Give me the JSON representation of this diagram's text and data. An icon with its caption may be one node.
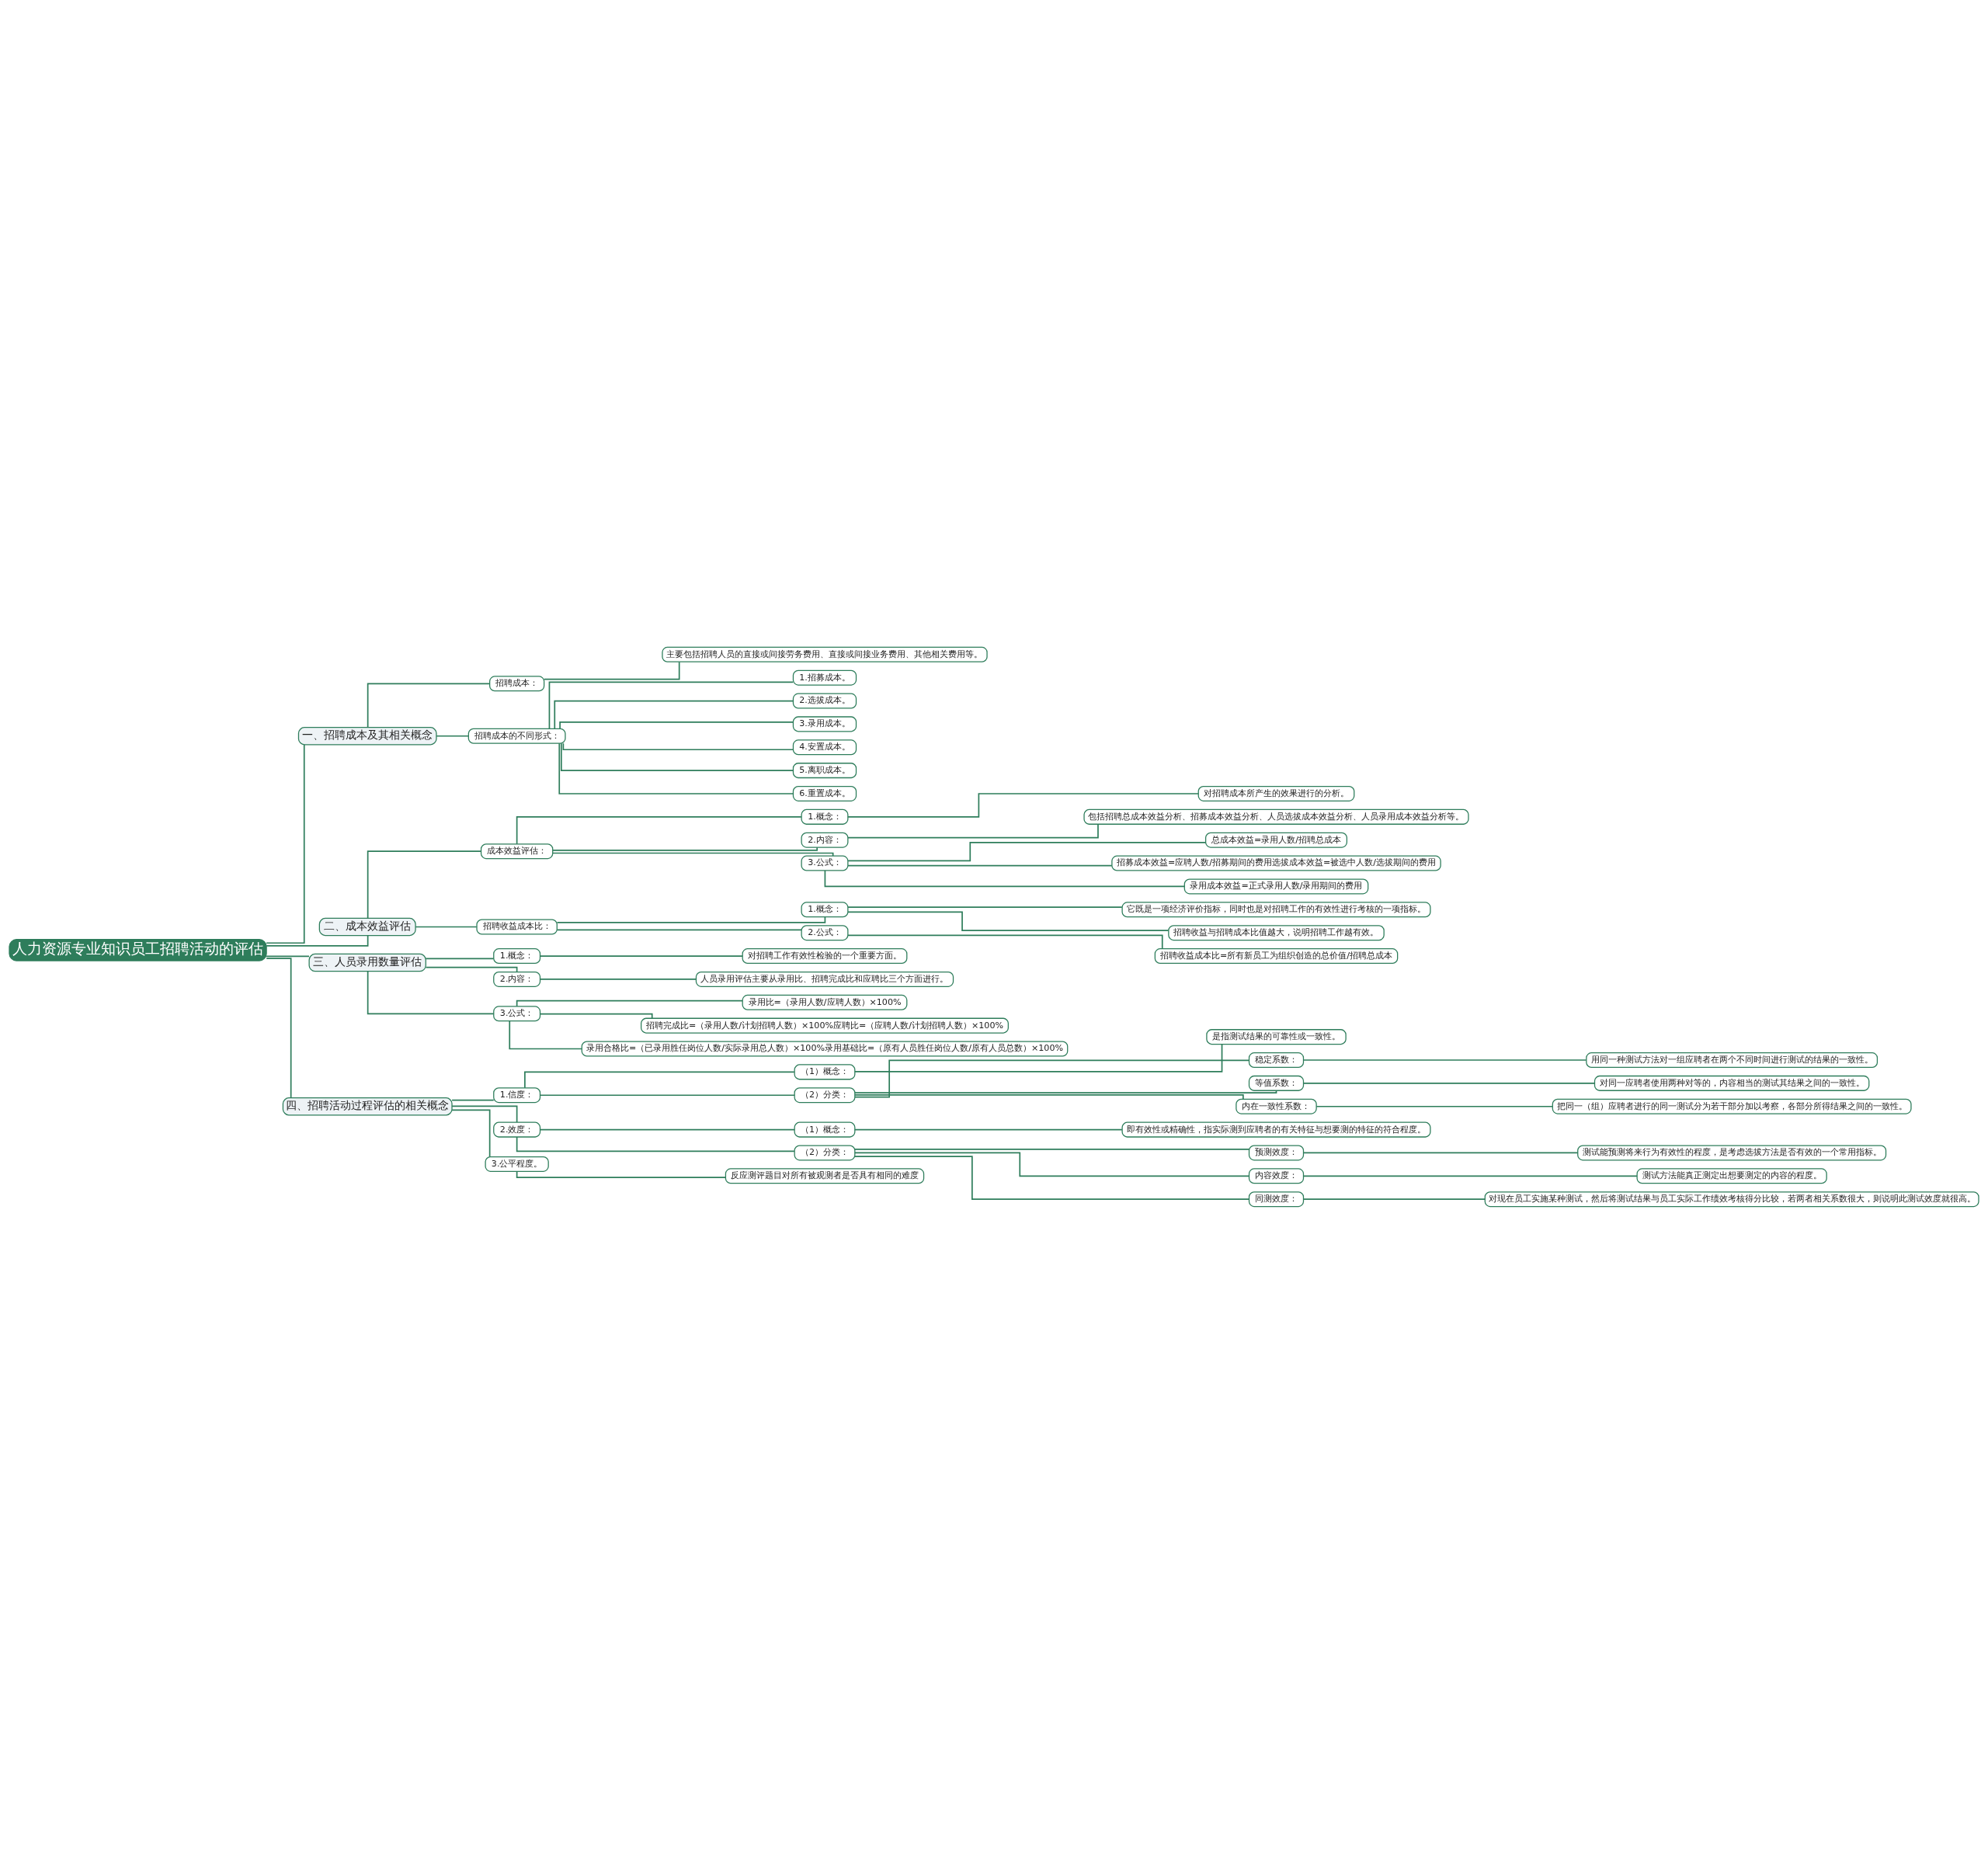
{
  "diagram": {
    "nodes": [
      {
        "text": [
          "人力资源专业知识员工招聘活动的评估"
        ]
      },
      {
        "text": [
          "一、招聘成本及其相关概念"
        ]
      },
      {
        "text": [
          "招聘成本："
        ]
      },
      {
        "text": [
          "主要包括招聘人员的直接或间接劳务费用、直接或间接业务费用、其他相关费用等。"
        ]
      },
      {
        "text": [
          "招聘成本的不同形式："
        ]
      },
      {
        "text": [
          "1.招募成本。"
        ]
      },
      {
        "text": [
          "2.选拔成本。"
        ]
      },
      {
        "text": [
          "3.录用成本。"
        ]
      },
      {
        "text": [
          "4.安置成本。"
        ]
      },
      {
        "text": [
          "5.离职成本。"
        ]
      },
      {
        "text": [
          "6.重置成本。"
        ]
      },
      {
        "text": [
          "二、成本效益评估"
        ]
      },
      {
        "text": [
          "成本效益评估："
        ]
      },
      {
        "text": [
          "1.概念："
        ]
      },
      {
        "text": [
          "对招聘成本所产生的效果进行的分析。"
        ]
      },
      {
        "text": [
          "2.内容："
        ]
      },
      {
        "text": [
          "包括招聘总成本效益分析、招募成本效益分析、人员选拔成本效益分析、人员录用成本效益分析等。"
        ]
      },
      {
        "text": [
          "3.公式："
        ]
      },
      {
        "text": [
          "总成本效益=录用人数/招聘总成本"
        ]
      },
      {
        "text": [
          "招募成本效益=应聘人数/招募期间的费用选拔成本效益=被选中人数/选拔期间的费用"
        ]
      },
      {
        "text": [
          "录用成本效益=正式录用人数/录用期间的费用"
        ]
      },
      {
        "text": [
          "招聘收益成本比："
        ]
      },
      {
        "text": [
          "1.概念："
        ]
      },
      {
        "text": [
          "它既是一项经济评价指标，同时也是对招聘工作的有效性进行考核的一项指标。"
        ]
      },
      {
        "text": [
          "招聘收益与招聘成本比值越大，说明招聘工作越有效。"
        ]
      },
      {
        "text": [
          "2.公式："
        ]
      },
      {
        "text": [
          "招聘收益成本比=所有新员工为组织创造的总价值/招聘总成本"
        ]
      },
      {
        "text": [
          "三、人员录用数量评估"
        ]
      },
      {
        "text": [
          "1.概念："
        ]
      },
      {
        "text": [
          "对招聘工作有效性检验的一个重要方面。"
        ]
      },
      {
        "text": [
          "2.内容："
        ]
      },
      {
        "text": [
          "人员录用评估主要从录用比、招聘完成比和应聘比三个方面进行。"
        ]
      },
      {
        "text": [
          "3.公式："
        ]
      },
      {
        "text": [
          "录用比=（录用人数/应聘人数）×100%"
        ]
      },
      {
        "text": [
          "招聘完成比=（录用人数/计划招聘人数）×100%应聘比=（应聘人数/计划招聘人数）×100%"
        ]
      },
      {
        "text": [
          "录用合格比=（已录用胜任岗位人数/实际录用总人数）×100%录用基础比=（原有人员胜任岗位人数/原有人员总数）×100%"
        ]
      },
      {
        "text": [
          "四、招聘活动过程评估的相关概念"
        ]
      },
      {
        "text": [
          "1.信度："
        ]
      },
      {
        "text": [
          "（1）概念："
        ]
      },
      {
        "text": [
          "是指测试结果的可靠性或一致性。"
        ]
      },
      {
        "text": [
          "（2）分类："
        ]
      },
      {
        "text": [
          "稳定系数："
        ]
      },
      {
        "text": [
          "用同一种测试方法对一组应聘者在两个不同时间进行测试的结果的一致性。"
        ]
      },
      {
        "text": [
          "等值系数："
        ]
      },
      {
        "text": [
          "对同一应聘者使用两种对等的，内容相当的测试其结果之间的一致性。"
        ]
      },
      {
        "text": [
          "内在一致性系数："
        ]
      },
      {
        "text": [
          "把同一（组）应聘者进行的同一测试分为若干部分加以考察，各部分所得结果之间的一致性。"
        ]
      },
      {
        "text": [
          "2.效度："
        ]
      },
      {
        "text": [
          "（1）概念："
        ]
      },
      {
        "text": [
          "即有效性或精确性，指实际测到应聘者的有关特征与想要测的特征的符合程度。"
        ]
      },
      {
        "text": [
          "（2）分类："
        ]
      },
      {
        "text": [
          "预测效度："
        ]
      },
      {
        "text": [
          "测试能预测将来行为有效性的程度，是考虑选拔方法是否有效的一个常用指标。"
        ]
      },
      {
        "text": [
          "内容效度："
        ]
      },
      {
        "text": [
          "测试方法能真正测定出想要测定的内容的程度。"
        ]
      },
      {
        "text": [
          "同测效度："
        ]
      },
      {
        "text": [
          "对现在员工实施某种测试，然后将测试结果与员工实际工作绩效考核得分比较，若两者相关系数很大，则说明此测试效度就很高。"
        ]
      },
      {
        "text": [
          "3.公平程度。"
        ]
      },
      {
        "text": [
          "反应测评题目对所有被观测者是否具有相同的难度"
        ]
      }
    ],
    "edges": [
      {
        "from": 0,
        "to": 1,
        "arrow": "none"
      },
      {
        "from": 1,
        "to": 2,
        "arrow": "none"
      },
      {
        "from": 2,
        "to": 3,
        "arrow": "none"
      },
      {
        "from": 1,
        "to": 4,
        "arrow": "none"
      },
      {
        "from": 4,
        "to": 5,
        "arrow": "none"
      },
      {
        "from": 4,
        "to": 6,
        "arrow": "none"
      },
      {
        "from": 4,
        "to": 7,
        "arrow": "none"
      },
      {
        "from": 4,
        "to": 8,
        "arrow": "none"
      },
      {
        "from": 4,
        "to": 9,
        "arrow": "none"
      },
      {
        "from": 4,
        "to": 10,
        "arrow": "none"
      },
      {
        "from": 0,
        "to": 11,
        "arrow": "none"
      },
      {
        "from": 11,
        "to": 12,
        "arrow": "none"
      },
      {
        "from": 12,
        "to": 13,
        "arrow": "none"
      },
      {
        "from": 13,
        "to": 14,
        "arrow": "none"
      },
      {
        "from": 12,
        "to": 15,
        "arrow": "none"
      },
      {
        "from": 15,
        "to": 16,
        "arrow": "none"
      },
      {
        "from": 12,
        "to": 17,
        "arrow": "none"
      },
      {
        "from": 17,
        "to": 18,
        "arrow": "none"
      },
      {
        "from": 17,
        "to": 19,
        "arrow": "none"
      },
      {
        "from": 17,
        "to": 20,
        "arrow": "none"
      },
      {
        "from": 11,
        "to": 21,
        "arrow": "none"
      },
      {
        "from": 21,
        "to": 22,
        "arrow": "none"
      },
      {
        "from": 22,
        "to": 23,
        "arrow": "none"
      },
      {
        "from": 22,
        "to": 24,
        "arrow": "none"
      },
      {
        "from": 21,
        "to": 25,
        "arrow": "none"
      },
      {
        "from": 25,
        "to": 26,
        "arrow": "none"
      },
      {
        "from": 0,
        "to": 27,
        "arrow": "none"
      },
      {
        "from": 27,
        "to": 28,
        "arrow": "none"
      },
      {
        "from": 28,
        "to": 29,
        "arrow": "none"
      },
      {
        "from": 27,
        "to": 30,
        "arrow": "none"
      },
      {
        "from": 30,
        "to": 31,
        "arrow": "none"
      },
      {
        "from": 27,
        "to": 32,
        "arrow": "none"
      },
      {
        "from": 32,
        "to": 33,
        "arrow": "none"
      },
      {
        "from": 32,
        "to": 34,
        "arrow": "none"
      },
      {
        "from": 32,
        "to": 35,
        "arrow": "none"
      },
      {
        "from": 0,
        "to": 36,
        "arrow": "none"
      },
      {
        "from": 36,
        "to": 37,
        "arrow": "none"
      },
      {
        "from": 37,
        "to": 38,
        "arrow": "none"
      },
      {
        "from": 38,
        "to": 39,
        "arrow": "none"
      },
      {
        "from": 37,
        "to": 40,
        "arrow": "none"
      },
      {
        "from": 40,
        "to": 41,
        "arrow": "none"
      },
      {
        "from": 41,
        "to": 42,
        "arrow": "none"
      },
      {
        "from": 40,
        "to": 43,
        "arrow": "none"
      },
      {
        "from": 43,
        "to": 44,
        "arrow": "none"
      },
      {
        "from": 40,
        "to": 45,
        "arrow": "none"
      },
      {
        "from": 45,
        "to": 46,
        "arrow": "none"
      },
      {
        "from": 36,
        "to": 47,
        "arrow": "none"
      },
      {
        "from": 47,
        "to": 48,
        "arrow": "none"
      },
      {
        "from": 48,
        "to": 49,
        "arrow": "none"
      },
      {
        "from": 47,
        "to": 50,
        "arrow": "none"
      },
      {
        "from": 50,
        "to": 51,
        "arrow": "none"
      },
      {
        "from": 51,
        "to": 52,
        "arrow": "none"
      },
      {
        "from": 50,
        "to": 53,
        "arrow": "none"
      },
      {
        "from": 53,
        "to": 54,
        "arrow": "none"
      },
      {
        "from": 50,
        "to": 55,
        "arrow": "none"
      },
      {
        "from": 55,
        "to": 56,
        "arrow": "none"
      },
      {
        "from": 36,
        "to": 57,
        "arrow": "none"
      },
      {
        "from": 57,
        "to": 58,
        "arrow": "none"
      }
    ]
  }
}
